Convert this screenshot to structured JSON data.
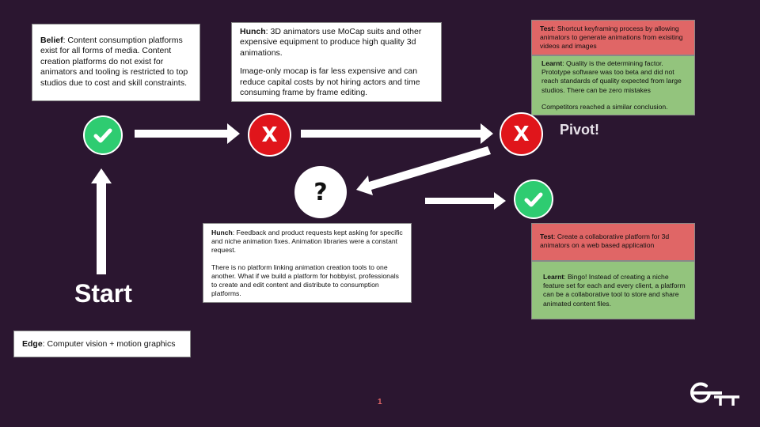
{
  "belief": {
    "label": "Belief",
    "text": ": Content consumption platforms exist for all forms of media. Content creation platforms do not exist for animators and tooling is restricted to top studios due to cost and skill constraints."
  },
  "hunch1": {
    "label": "Hunch",
    "text": ": 3D animators use MoCap suits and other expensive equipment to produce high quality 3d animations.",
    "text2": "Image-only mocap is far less expensive and can reduce capital costs by not hiring actors and time consuming frame by frame editing."
  },
  "test1": {
    "label": "Test",
    "text": ": Shortcut keyframing process by allowing animators to generate animations from exisiting videos and images"
  },
  "learnt1": {
    "label": "Learnt",
    "text": ": Quality is the determining factor. Prototype software was too beta and did not reach standards of quality expected from large studios. There can be zero mistakes",
    "text2": "Competitors reached a similar conclusion."
  },
  "hunch2": {
    "label": "Hunch",
    "text": ": Feedback and product requests kept asking for specific and niche animation fixes. Animation libraries were a constant request.",
    "text2": "There is no platform linking animation creation tools to one another. What if we build a platform for hobbyist, professionals to create and edit content and distribute to consumption platforms."
  },
  "test2": {
    "label": "Test",
    "text": ": Create a collaborative platform for 3d animators on a web based application"
  },
  "learnt2": {
    "label": "Learnt",
    "text": ": Bingo! Instead of creating a niche feature set for each and every client, a platform can be a collaborative tool to store and share animated content files."
  },
  "edge": {
    "label": "Edge",
    "text": ": Computer vision + motion graphics"
  },
  "labels": {
    "start": "Start",
    "pivot": "Pivot!",
    "page_number": "1",
    "x1": "X",
    "x2": "X",
    "question": "?"
  },
  "colors": {
    "background": "#2b1630",
    "test_red": "#e06666",
    "learnt_green": "#93c47d",
    "check_green": "#2ecc71",
    "fail_red": "#e0151b",
    "page_number": "#e06666"
  }
}
